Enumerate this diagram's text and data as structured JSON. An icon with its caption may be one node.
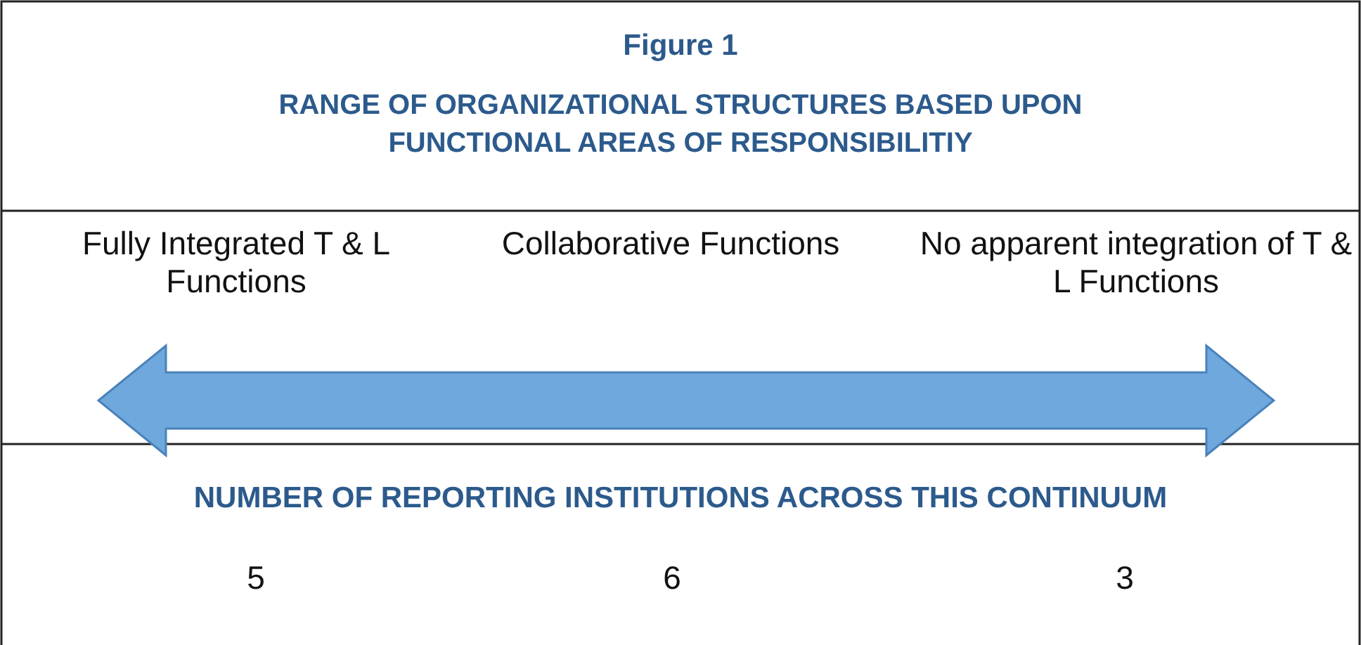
{
  "diagram": {
    "title": "Figure 1",
    "labels": [
      "RANGE OF ORGANIZATIONAL STRUCTURES BASED UPON FUNCTIONAL AREAS OF RESPONSIBILITIY",
      "Fully Integrated T & L Functions",
      "Collaborative Functions",
      "No apparent integration of T & L Functions",
      "NUMBER OF REPORTING INSTITUTIONS ACROSS THIS CONTINUUM",
      "5",
      "6",
      "3"
    ]
  }
}
